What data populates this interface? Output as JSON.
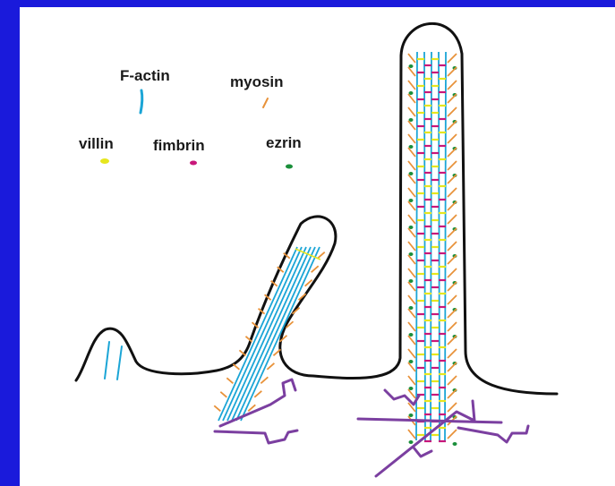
{
  "legend": {
    "factin": {
      "label": "F-actin",
      "color": "#1ba5d6"
    },
    "myosin": {
      "label": "myosin",
      "color": "#e8923a"
    },
    "villin": {
      "label": "villin",
      "color": "#e6e61e"
    },
    "fimbrin": {
      "label": "fimbrin",
      "color": "#c8177a"
    },
    "ezrin": {
      "label": "ezrin",
      "color": "#1a8f3a"
    }
  },
  "colors": {
    "background": "#1a1adb",
    "membrane": "#111111",
    "anchor": "#7b3fa0"
  }
}
